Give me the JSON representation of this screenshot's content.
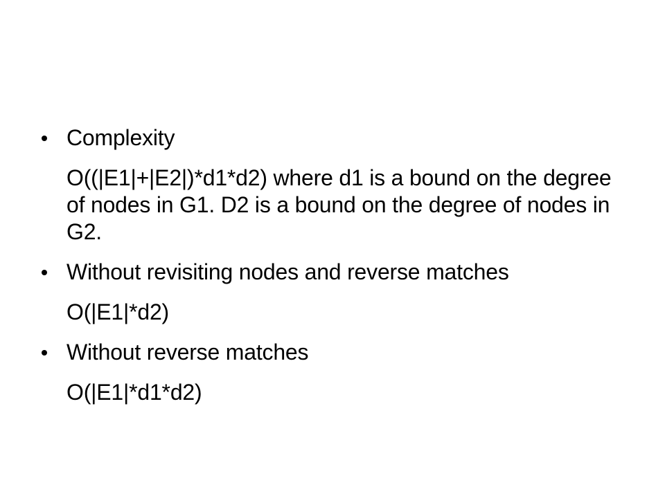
{
  "slide": {
    "items": [
      {
        "type": "bullet",
        "text": "Complexity"
      },
      {
        "type": "text",
        "text": "O((|E1|+|E2|)*d1*d2) where d1 is a bound on the degree of nodes in G1. D2 is a bound on the degree of nodes in G2."
      },
      {
        "type": "bullet",
        "text": "Without revisiting nodes and reverse matches"
      },
      {
        "type": "text",
        "text": "O(|E1|*d2)"
      },
      {
        "type": "bullet",
        "text": "Without reverse matches"
      },
      {
        "type": "text",
        "text": "O(|E1|*d1*d2)"
      }
    ]
  }
}
